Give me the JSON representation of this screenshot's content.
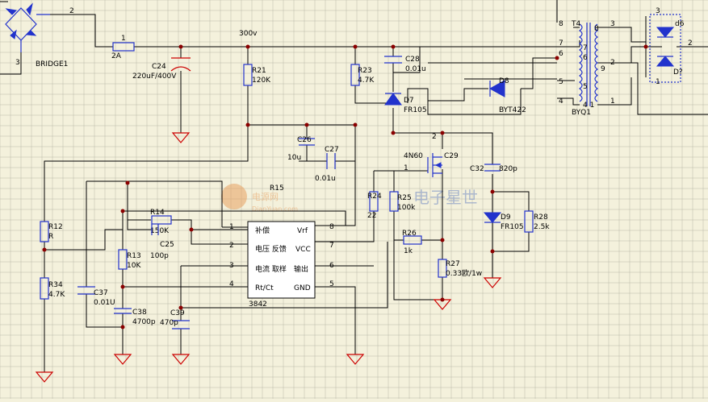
{
  "title": "",
  "labels": {
    "bridge": "BRIDGE1",
    "bridge_pin2": "2",
    "bridge_pin3": "3",
    "f1_pin": "1",
    "f1": "2A",
    "v300": "300v",
    "c24": "C24",
    "c24_val": "220uF/400V",
    "r21": "R21",
    "r21_val": "120K",
    "r23": "R23",
    "r23_val": "4.7K",
    "c28": "C28",
    "c28_val": "0.01u",
    "d7": "D7",
    "d7_val": "FR105",
    "d8": "D8",
    "d8_val": "BYT422",
    "t4": "T4",
    "t4_val": "BYQ1",
    "t_pin8a": "8",
    "t_pin7a": "7",
    "t_pin6a": "6",
    "t_pin5a": "5",
    "t_pin4a": "4",
    "t_pin8b": "8",
    "t_pin7b": "7",
    "t_pin6b": "6",
    "t_pin5b": "5",
    "t_pin41": "4 1",
    "t_pin3": "3",
    "t_pin2": "2",
    "t_pin1": "1",
    "t_pin9": "9",
    "d6": "d6",
    "d_q": "D?",
    "d6_pin3": "3",
    "d6_pin2": "2",
    "d6_pin1": "1",
    "c26": "C26",
    "c26_val": "10u",
    "c27": "C27",
    "c27_val": "0.01u",
    "q_label": "4N60",
    "q_pin2": "2",
    "q_pin1": "1",
    "c29": "C29",
    "c32": "C32",
    "c32_val": "820p",
    "r15": "R15",
    "r14": "R14",
    "r14_val": "150K",
    "c25": "C25",
    "c25_val": "100p",
    "r12": "R12",
    "r12_val": "R",
    "r13": "R13",
    "r13_val": "10K",
    "r34": "R34",
    "r34_val": "4.7K",
    "c37": "C37",
    "c37_val": "0.01U",
    "c38": "C38",
    "c38_val": "4700p",
    "c39": "C39",
    "c39_val": "470p",
    "r24": "R24",
    "r24_val": "22",
    "r25": "R25",
    "r25_val": "100k",
    "r26": "R26",
    "r26_val": "1k",
    "r27": "R27",
    "r27_val": "0.33欧/1w",
    "d9": "D9",
    "d9_val": "FR105",
    "r28": "R28",
    "r28_val": "2.5k",
    "ic_pin1": "1",
    "ic_pin2": "2",
    "ic_pin3": "3",
    "ic_pin4": "4",
    "ic_pin5": "5",
    "ic_pin6": "6",
    "ic_pin7": "7",
    "ic_pin8": "8",
    "ic_comp": "补偿",
    "ic_fb": "电压 反馈",
    "ic_cs": "电流 取样",
    "ic_rtct": "Rt/Ct",
    "ic_vref": "Vrf",
    "ic_vcc": "VCC",
    "ic_out": "输出",
    "ic_gnd": "GND",
    "ic_name": "3842",
    "watermark_cn": "电子星世",
    "watermark_en": "DianYuan.com",
    "watermark_logo": "电源网"
  },
  "colors": {
    "background": "#f4f1dc",
    "grid": "#b9b9a8",
    "component": "#2233cc",
    "wire": "#000000",
    "junction": "#8b0000",
    "ground": "#cc0000"
  }
}
